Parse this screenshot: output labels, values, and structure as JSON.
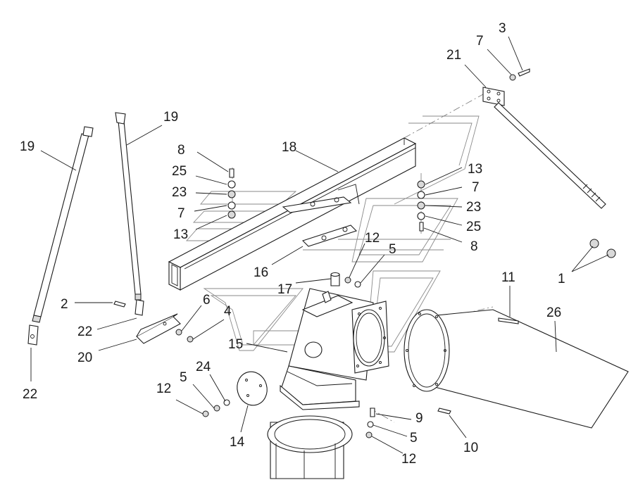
{
  "diagram": {
    "callouts": [
      {
        "id": "c1",
        "text": "1"
      },
      {
        "id": "c2",
        "text": "2"
      },
      {
        "id": "c3",
        "text": "3"
      },
      {
        "id": "c4",
        "text": "4"
      },
      {
        "id": "c5a",
        "text": "5"
      },
      {
        "id": "c5b",
        "text": "5"
      },
      {
        "id": "c5c",
        "text": "5"
      },
      {
        "id": "c6",
        "text": "6"
      },
      {
        "id": "c7a",
        "text": "7"
      },
      {
        "id": "c7b",
        "text": "7"
      },
      {
        "id": "c7c",
        "text": "7"
      },
      {
        "id": "c8a",
        "text": "8"
      },
      {
        "id": "c8b",
        "text": "8"
      },
      {
        "id": "c9",
        "text": "9"
      },
      {
        "id": "c10",
        "text": "10"
      },
      {
        "id": "c11",
        "text": "11"
      },
      {
        "id": "c12a",
        "text": "12"
      },
      {
        "id": "c12b",
        "text": "12"
      },
      {
        "id": "c12c",
        "text": "12"
      },
      {
        "id": "c13a",
        "text": "13"
      },
      {
        "id": "c13b",
        "text": "13"
      },
      {
        "id": "c14",
        "text": "14"
      },
      {
        "id": "c15",
        "text": "15"
      },
      {
        "id": "c16",
        "text": "16"
      },
      {
        "id": "c17",
        "text": "17"
      },
      {
        "id": "c18",
        "text": "18"
      },
      {
        "id": "c19a",
        "text": "19"
      },
      {
        "id": "c19b",
        "text": "19"
      },
      {
        "id": "c20",
        "text": "20"
      },
      {
        "id": "c21",
        "text": "21"
      },
      {
        "id": "c22a",
        "text": "22"
      },
      {
        "id": "c22b",
        "text": "22"
      },
      {
        "id": "c23a",
        "text": "23"
      },
      {
        "id": "c23b",
        "text": "23"
      },
      {
        "id": "c24",
        "text": "24"
      },
      {
        "id": "c25a",
        "text": "25"
      },
      {
        "id": "c25b",
        "text": "25"
      },
      {
        "id": "c26",
        "text": "26"
      }
    ]
  }
}
